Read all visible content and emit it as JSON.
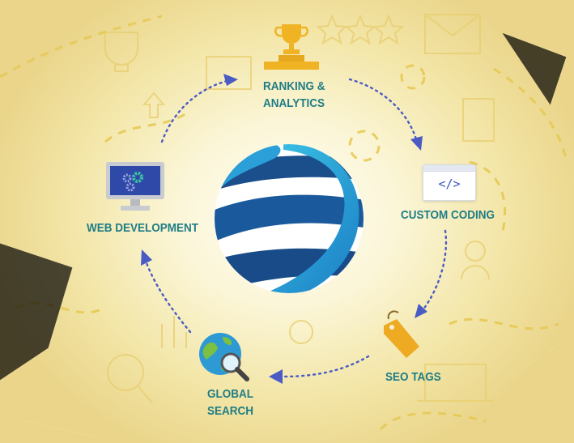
{
  "title": "Web services cycle",
  "nodes": {
    "ranking": {
      "line1": "RANKING &",
      "line2": "ANALYTICS",
      "icon": "trophy-icon"
    },
    "coding": {
      "label": "CUSTOM CODING",
      "icon": "code-window-icon",
      "code_glyph": "</>"
    },
    "seo": {
      "label": "SEO TAGS",
      "icon": "price-tag-icon"
    },
    "search": {
      "line1": "GLOBAL",
      "line2": "SEARCH",
      "icon": "globe-magnifier-icon"
    },
    "webdev": {
      "label": "WEB DEVELOPMENT",
      "icon": "monitor-gears-icon"
    }
  },
  "colors": {
    "label": "#1f7d86",
    "arrow": "#4a5bc4",
    "gold": "#f0b323",
    "globe_dark": "#1a4f8c",
    "globe_light": "#2bb8e0"
  }
}
